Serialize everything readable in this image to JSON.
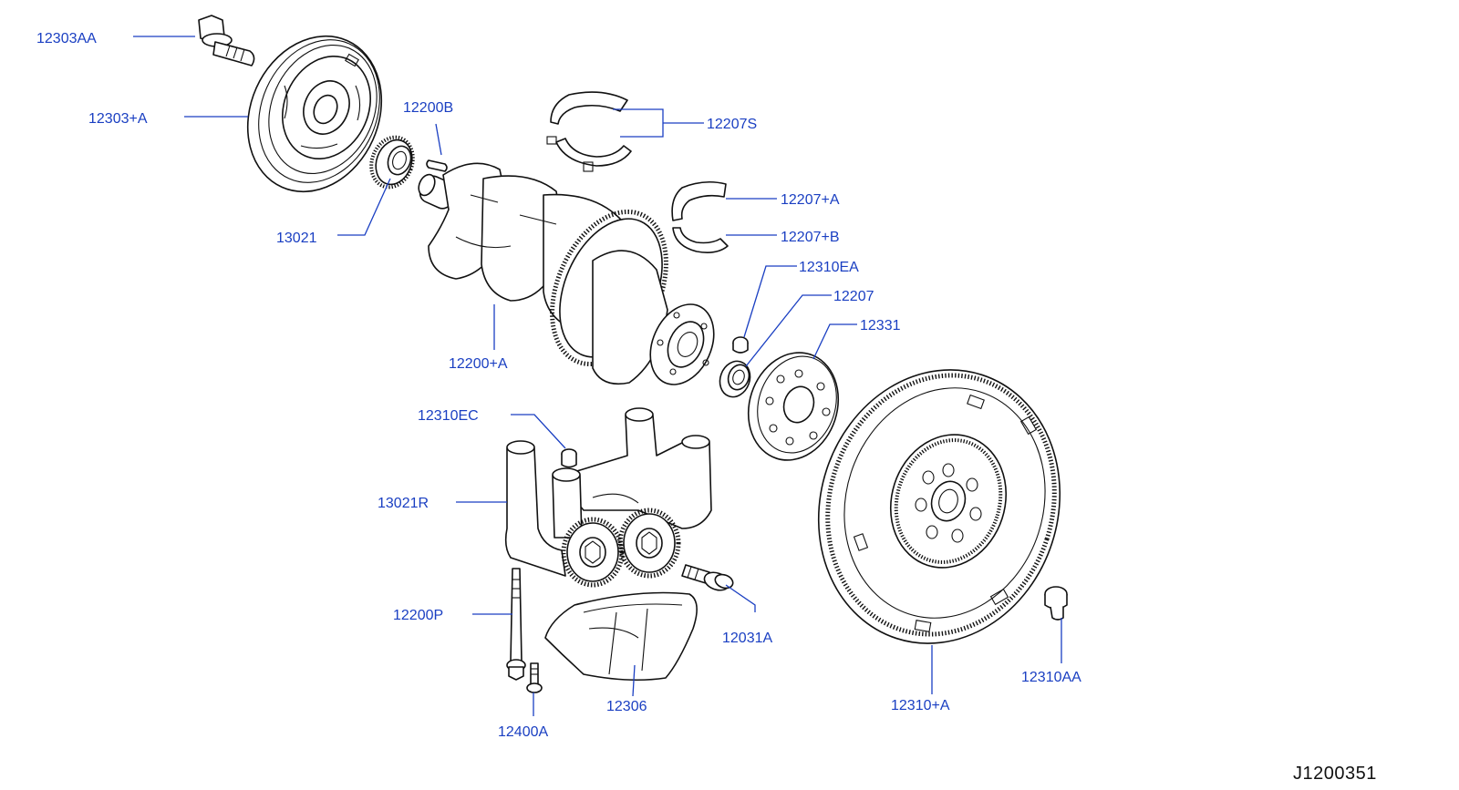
{
  "colors": {
    "label": "#1a3fc2",
    "line": "#111111",
    "background": "#ffffff"
  },
  "diagram_code": "J1200351",
  "parts": [
    {
      "id": "12303AA",
      "label": "12303AA"
    },
    {
      "id": "12303+A",
      "label": "12303+A"
    },
    {
      "id": "12200B",
      "label": "12200B"
    },
    {
      "id": "12207S",
      "label": "12207S"
    },
    {
      "id": "12207+A",
      "label": "12207+A"
    },
    {
      "id": "12207+B",
      "label": "12207+B"
    },
    {
      "id": "13021",
      "label": "13021"
    },
    {
      "id": "12310EA",
      "label": "12310EA"
    },
    {
      "id": "12207",
      "label": "12207"
    },
    {
      "id": "12331",
      "label": "12331"
    },
    {
      "id": "12200+A",
      "label": "12200+A"
    },
    {
      "id": "12310EC",
      "label": "12310EC"
    },
    {
      "id": "13021R",
      "label": "13021R"
    },
    {
      "id": "12200P",
      "label": "12200P"
    },
    {
      "id": "12031A",
      "label": "12031A"
    },
    {
      "id": "12306",
      "label": "12306"
    },
    {
      "id": "12400A",
      "label": "12400A"
    },
    {
      "id": "12310+A",
      "label": "12310+A"
    },
    {
      "id": "12310AA",
      "label": "12310AA"
    }
  ]
}
